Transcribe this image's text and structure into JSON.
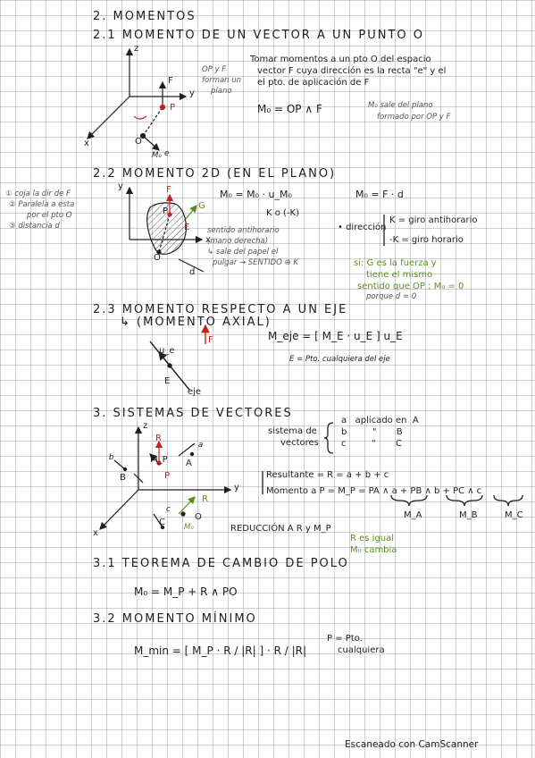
{
  "headings": {
    "h2": "2. MOMENTOS",
    "h21": "2.1 MOMENTO DE UN VECTOR A UN PUNTO O",
    "h22": "2.2 MOMENTO 2D (EN EL PLANO)",
    "h23": "2.3 MOMENTO RESPECTO A UN EJE",
    "h23b": "↳ (MOMENTO AXIAL)",
    "h3": "3. SISTEMAS DE VECTORES",
    "h31": "3.1 TEOREMA DE CAMBIO DE POLO",
    "h32": "3.2 MOMENTO MÍNIMO"
  },
  "s21": {
    "note_left": [
      "OP y F",
      "forman un",
      "plano"
    ],
    "text": [
      "Tomar momentos a un pto O del espacio",
      "vector F cuya dirección es la recta \"e\" y el",
      "el pto. de aplicación de F"
    ],
    "formula": "M₀ = OP ∧ F",
    "side": [
      "M₀ sale del plano",
      "formado por OP y F"
    ],
    "diagram_labels": [
      "z",
      "y",
      "x",
      "F",
      "P",
      "O",
      "M₀",
      "e"
    ]
  },
  "s22": {
    "left_notes": [
      "① coja la dir de F",
      "② Paralela a esta",
      "por el pto O",
      "③ distancia d"
    ],
    "formula1": "M₀ = M₀ · u_M₀",
    "formula1b": "K o (-K)",
    "formula2": "M₀ = F · d",
    "dir_label": "• dirección",
    "dir1": "K = giro antihorario",
    "dir2": "-K = giro horario",
    "under": [
      "sentido antihorario",
      "(mano derecha)",
      "↳ sale del papel el",
      "pulgar → SENTIDO ⊕ K"
    ],
    "green": [
      "si: G es la fuerza y",
      "tiene el mismo",
      "sentido que OP ; M₀ = 0"
    ],
    "green_tail": "porque d = 0",
    "diagram_labels": [
      "y",
      "x",
      "F",
      "G",
      "E",
      "P",
      "O",
      "d"
    ]
  },
  "s23": {
    "formula": "M_eje = [ M_E · u_E ] u_E",
    "note": "E = Pto. cualquiera del eje",
    "labels": [
      "u_e",
      "E",
      "eje",
      "F"
    ]
  },
  "s3": {
    "system_label": [
      "sistema de",
      "vectores"
    ],
    "system_items": [
      "a   aplicado en  A",
      "b         \"       B",
      "c         \"       C"
    ],
    "resultante": "Resultante = R = a + b + c",
    "momento": "Momento a P = M_P = PA ∧ a + PB ∧ b + PC ∧ c",
    "brace_labels": [
      "M_A",
      "M_B",
      "M_C"
    ],
    "reduccion": "REDUCCIÓN A  R y M_P",
    "green": [
      "R es igual",
      "M₀ cambia"
    ],
    "diagram_labels": [
      "z",
      "y",
      "x",
      "R",
      "M_P",
      "P",
      "A",
      "B",
      "C",
      "a",
      "b",
      "c",
      "R",
      "M₀",
      "O"
    ]
  },
  "s31": {
    "formula": "M₀ = M_P + R ∧ PO"
  },
  "s32": {
    "formula": "M_min = [ M_P · R / |R| ] · R / |R|",
    "note": [
      "P = Pto.",
      "cualquiera"
    ]
  },
  "footer": "Escaneado con CamScanner"
}
